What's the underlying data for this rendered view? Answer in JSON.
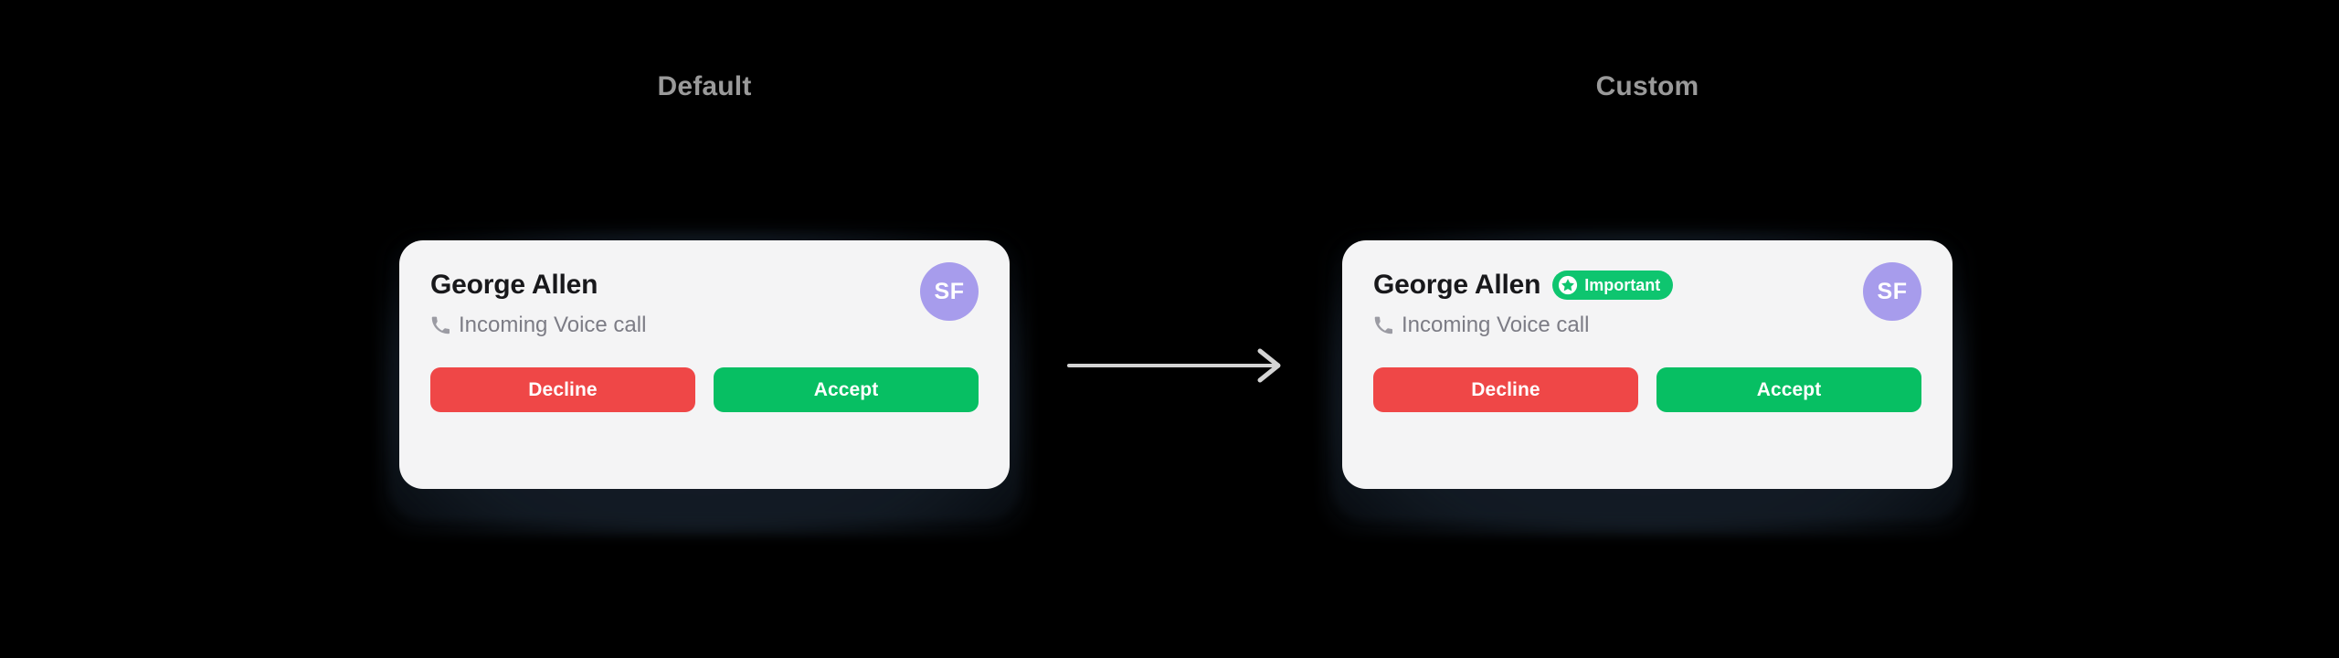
{
  "page": {
    "background_color": "#000000"
  },
  "columns": [
    {
      "key": "default",
      "title": "Default"
    },
    {
      "key": "custom",
      "title": "Custom"
    }
  ],
  "cards": {
    "default": {
      "caller_name": "George Allen",
      "subtitle": "Incoming Voice call",
      "phone_icon": "phone-handset-icon",
      "avatar": {
        "initials": "SF",
        "color": "#a79cec",
        "text_color": "#ffffff"
      },
      "badge": null,
      "buttons": [
        {
          "key": "decline",
          "label": "Decline",
          "color": "#ef4747",
          "text_color": "#ffffff"
        },
        {
          "key": "accept",
          "label": "Accept",
          "color": "#07bf63",
          "text_color": "#ffffff"
        }
      ],
      "surface_color": "#f4f4f5"
    },
    "custom": {
      "caller_name": "George Allen",
      "subtitle": "Incoming Voice call",
      "phone_icon": "phone-handset-icon",
      "avatar": {
        "initials": "SF",
        "color": "#a79cec",
        "text_color": "#ffffff"
      },
      "badge": {
        "label": "Important",
        "icon": "star-circle-icon",
        "background_color": "#0ec56f",
        "text_color": "#ffffff"
      },
      "buttons": [
        {
          "key": "decline",
          "label": "Decline",
          "color": "#ef4747",
          "text_color": "#ffffff"
        },
        {
          "key": "accept",
          "label": "Accept",
          "color": "#07bf63",
          "text_color": "#ffffff"
        }
      ],
      "surface_color": "#f4f4f5"
    }
  },
  "connector": {
    "icon": "arrow-right-icon",
    "color": "#d4d4d4"
  },
  "title_color": "#9a9a9a"
}
